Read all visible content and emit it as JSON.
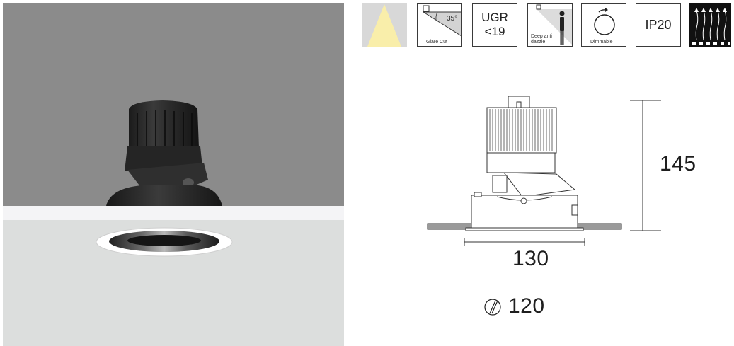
{
  "icons": {
    "beam": {
      "name": "beam-angle-icon"
    },
    "glare_cut": {
      "angle": "35°",
      "caption": "Glare Cut"
    },
    "ugr": {
      "line1": "UGR",
      "line2": "<19"
    },
    "deep_anti_dazzle": {
      "caption_line1": "Deep anti",
      "caption_line2": "dazzle"
    },
    "dimmable": {
      "caption": "Dimmable"
    },
    "ip": {
      "label": "IP20"
    },
    "insulation": {
      "name": "thermal-insulation-icon"
    }
  },
  "dimensions": {
    "height": "145",
    "width": "130",
    "cutout": "120"
  },
  "colors": {
    "beam_yellow": "#f9eeaa",
    "photo_gray": "#8b8b8b",
    "ceiling_gray": "#dcdedd"
  }
}
